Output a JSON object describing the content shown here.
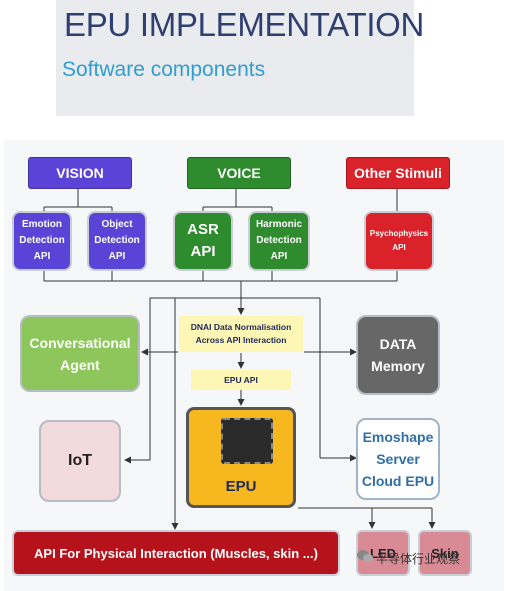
{
  "header": {
    "title": "EPU IMPLEMENTATION",
    "subtitle": "Software components"
  },
  "inputs": {
    "vision": "VISION",
    "voice": "VOICE",
    "other": "Other Stimuli"
  },
  "apis": {
    "emotion": [
      "Emotion",
      "Detection",
      "API"
    ],
    "object": [
      "Object",
      "Detection",
      "API"
    ],
    "asr": [
      "ASR",
      "API"
    ],
    "harmonic": [
      "Harmonic",
      "Detection",
      "API"
    ],
    "psycho": [
      "Psychophysics",
      "API"
    ]
  },
  "core": {
    "dnai": [
      "DNAI Data Normalisation",
      "Across API Interaction"
    ],
    "epu_api": "EPU API",
    "epu": "EPU"
  },
  "sides": {
    "conversational": [
      "Conversational",
      "Agent"
    ],
    "data": [
      "DATA",
      "Memory"
    ],
    "iot": "IoT",
    "emoshape": [
      "Emoshape",
      "Server",
      "Cloud EPU"
    ]
  },
  "bottom": {
    "physical": "API For Physical Interaction (Muscles, skin ...)",
    "led": "LED",
    "skin": "Skin"
  },
  "watermark": "半导体行业观察",
  "colors": {
    "vision": "#5a43d6",
    "voice": "#2e8b2e",
    "other": "#d9222a",
    "conv": "#8dc65a",
    "data": "#676767",
    "epu": "#f6b71f",
    "physical": "#b5121b",
    "small": "#d98b95"
  }
}
